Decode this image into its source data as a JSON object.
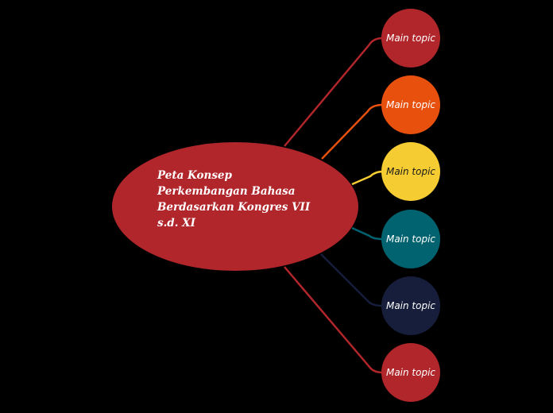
{
  "central": {
    "lines": [
      "Peta Konsep",
      "Perkembangan Bahasa",
      "Berdasarkan Kongres VII",
      "s.d. XI"
    ],
    "color": "#b0262b"
  },
  "topics": [
    {
      "label": "Main topic",
      "color": "#b0262b",
      "line_color": "#b0262b"
    },
    {
      "label": "Main topic",
      "color": "#e8500e",
      "line_color": "#e8500e"
    },
    {
      "label": "Main topic",
      "color": "#f5cc32",
      "line_color": "#f5cc32"
    },
    {
      "label": "Main topic",
      "color": "#00636f",
      "line_color": "#00636f"
    },
    {
      "label": "Main topic",
      "color": "#161e3c",
      "line_color": "#161e3c"
    },
    {
      "label": "Main topic",
      "color": "#b0262b",
      "line_color": "#b0262b"
    }
  ]
}
